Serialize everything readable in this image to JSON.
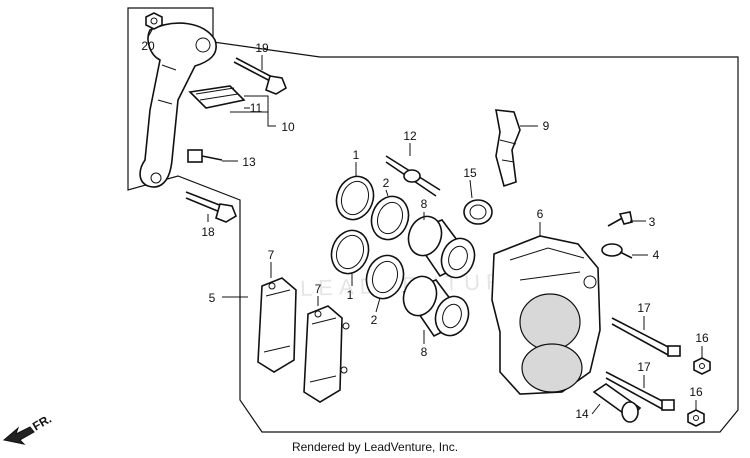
{
  "diagram": {
    "watermark": "LEADVENTURE",
    "credit": "Rendered by LeadVenture, Inc.",
    "direction_indicator": "FR.",
    "callouts": [
      {
        "id": "c20",
        "text": "20"
      },
      {
        "id": "c19",
        "text": "19"
      },
      {
        "id": "c11",
        "text": "11"
      },
      {
        "id": "c10",
        "text": "10"
      },
      {
        "id": "c13",
        "text": "13"
      },
      {
        "id": "c18",
        "text": "18"
      },
      {
        "id": "c12",
        "text": "12"
      },
      {
        "id": "c9",
        "text": "9"
      },
      {
        "id": "c1a",
        "text": "1"
      },
      {
        "id": "c2a",
        "text": "2"
      },
      {
        "id": "c8a",
        "text": "8"
      },
      {
        "id": "c15",
        "text": "15"
      },
      {
        "id": "c6",
        "text": "6"
      },
      {
        "id": "c3",
        "text": "3"
      },
      {
        "id": "c4",
        "text": "4"
      },
      {
        "id": "c7a",
        "text": "7"
      },
      {
        "id": "c7b",
        "text": "7"
      },
      {
        "id": "c5",
        "text": "5"
      },
      {
        "id": "c1b",
        "text": "1"
      },
      {
        "id": "c2b",
        "text": "2"
      },
      {
        "id": "c8b",
        "text": "8"
      },
      {
        "id": "c17a",
        "text": "17"
      },
      {
        "id": "c16a",
        "text": "16"
      },
      {
        "id": "c17b",
        "text": "17"
      },
      {
        "id": "c16b",
        "text": "16"
      },
      {
        "id": "c14",
        "text": "14"
      }
    ]
  }
}
